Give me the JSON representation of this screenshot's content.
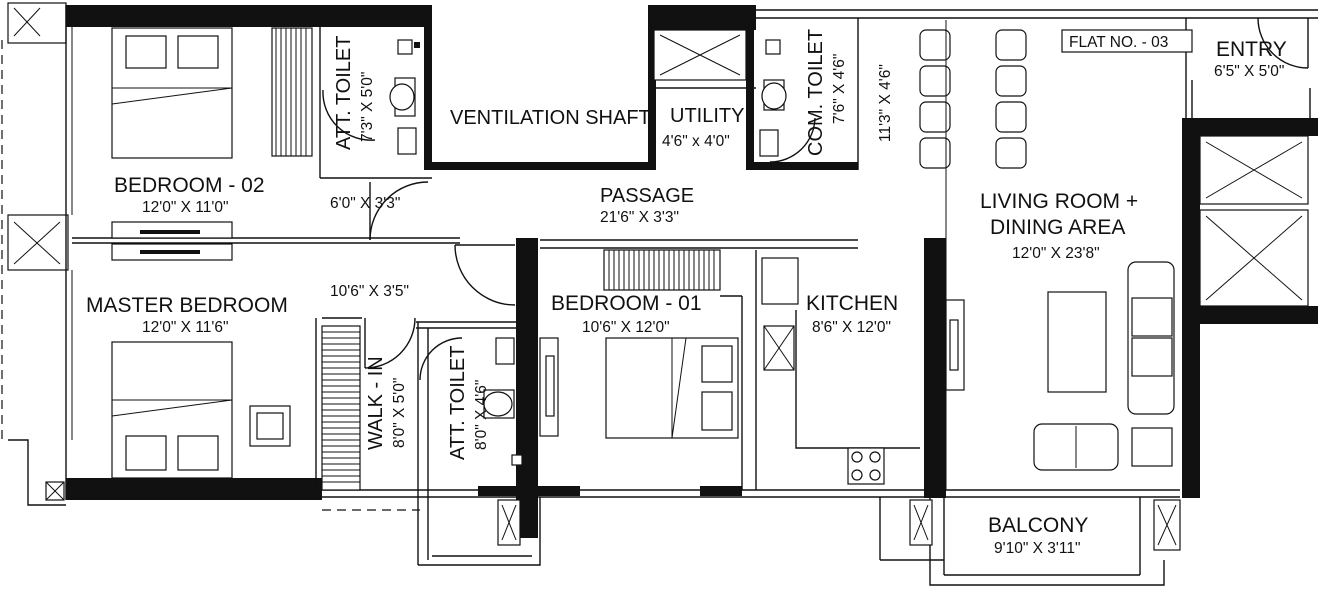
{
  "flat_label": "FLAT NO. - 03",
  "rooms": {
    "bedroom_02": {
      "name": "BEDROOM - 02",
      "size": "12'0\" X 11'0\""
    },
    "master_bedroom": {
      "name": "MASTER BEDROOM",
      "size": "12'0\" X 11'6\""
    },
    "bedroom_01": {
      "name": "BEDROOM - 01",
      "size": "10'6\" X 12'0\""
    },
    "kitchen": {
      "name": "KITCHEN",
      "size": "8'6\" X 12'0\""
    },
    "living": {
      "name_line1": "LIVING ROOM +",
      "name_line2": "DINING AREA",
      "size": "12'0\" X 23'8\""
    },
    "entry": {
      "name": "ENTRY",
      "size": "6'5\" X 5'0\""
    },
    "balcony": {
      "name": "BALCONY",
      "size": "9'10\" X 3'11\""
    },
    "passage": {
      "name": "PASSAGE",
      "size": "21'6\" X 3'3\""
    },
    "utility": {
      "name": "UTILITY",
      "size": "4'6\" x 4'0\""
    },
    "ventilation_shaft": {
      "name": "VENTILATION SHAFT"
    },
    "att_toilet_upper": {
      "name": "ATT. TOILET",
      "size": "7'3\" X 5'0\""
    },
    "att_toilet_lower": {
      "name": "ATT. TOILET",
      "size": "8'0\" X 4'6\""
    },
    "com_toilet": {
      "name": "COM. TOILET",
      "size": "7'6\" X 4'6\""
    },
    "walk_in": {
      "name": "WALK - IN",
      "size": "8'0\" X 5'0\""
    }
  },
  "dims": {
    "bed2_lobby": "6'0\" X 3'3\"",
    "master_lobby": "10'6\" X 3'5\"",
    "dining_side": "11'3\" X 4'6\""
  }
}
